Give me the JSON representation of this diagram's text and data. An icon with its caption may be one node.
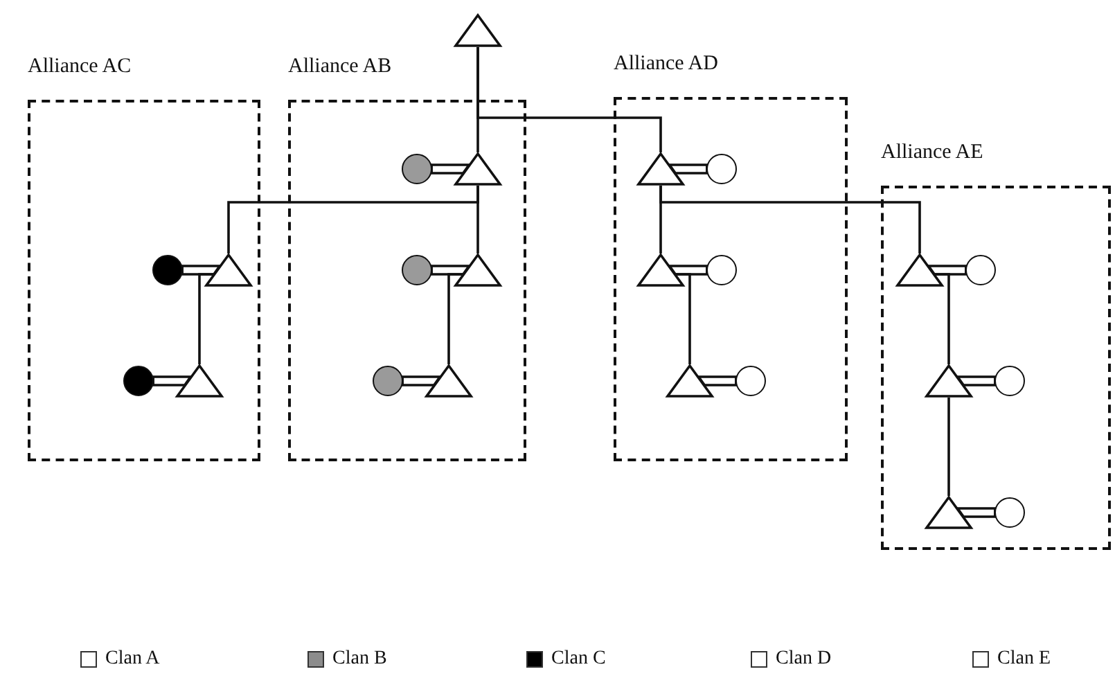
{
  "diagram": {
    "nodes": [
      {
        "text": [],
        "shape": "triangle"
      },
      {
        "text": [
          "Alliance AC"
        ]
      },
      {
        "text": [],
        "shape": "circle",
        "in": 1
      },
      {
        "text": [],
        "shape": "triangle",
        "in": 1
      },
      {
        "text": [],
        "shape": "circle",
        "in": 1
      },
      {
        "text": [],
        "shape": "triangle",
        "in": 1
      },
      {
        "text": [
          "Alliance AB"
        ]
      },
      {
        "text": [],
        "shape": "circle",
        "in": 6
      },
      {
        "text": [],
        "shape": "triangle",
        "in": 6
      },
      {
        "text": [],
        "shape": "circle",
        "in": 6
      },
      {
        "text": [],
        "shape": "triangle",
        "in": 6
      },
      {
        "text": [],
        "shape": "circle",
        "in": 6
      },
      {
        "text": [],
        "shape": "triangle",
        "in": 6
      },
      {
        "text": [
          "Alliance AD"
        ]
      },
      {
        "text": [],
        "shape": "triangle",
        "in": 13
      },
      {
        "text": [],
        "shape": "circle",
        "in": 13
      },
      {
        "text": [],
        "shape": "triangle",
        "in": 13
      },
      {
        "text": [],
        "shape": "circle",
        "in": 13
      },
      {
        "text": [],
        "shape": "triangle",
        "in": 13
      },
      {
        "text": [],
        "shape": "circle",
        "in": 13
      },
      {
        "text": [
          "Alliance AE"
        ]
      },
      {
        "text": [],
        "shape": "triangle",
        "in": 20
      },
      {
        "text": [],
        "shape": "circle",
        "in": 20
      },
      {
        "text": [],
        "shape": "triangle",
        "in": 20
      },
      {
        "text": [],
        "shape": "circle",
        "in": 20
      },
      {
        "text": [],
        "shape": "triangle",
        "in": 20
      },
      {
        "text": [],
        "shape": "circle",
        "in": 20
      }
    ],
    "edges": [
      {
        "from": 0,
        "to": 8,
        "arrow": "none"
      },
      {
        "from": 0,
        "to": 14,
        "arrow": "none"
      },
      {
        "from": 8,
        "to": 10,
        "arrow": "none"
      },
      {
        "from": 8,
        "to": 3,
        "arrow": "none"
      },
      {
        "from": 14,
        "to": 16,
        "arrow": "none"
      },
      {
        "from": 14,
        "to": 21,
        "arrow": "none"
      },
      {
        "from": 2,
        "to": 3,
        "arrow": "none"
      },
      {
        "from": 4,
        "to": 5,
        "arrow": "none"
      },
      {
        "from": 7,
        "to": 8,
        "arrow": "none"
      },
      {
        "from": 9,
        "to": 10,
        "arrow": "none"
      },
      {
        "from": 11,
        "to": 12,
        "arrow": "none"
      },
      {
        "from": 14,
        "to": 15,
        "arrow": "none"
      },
      {
        "from": 16,
        "to": 17,
        "arrow": "none"
      },
      {
        "from": 18,
        "to": 19,
        "arrow": "none"
      },
      {
        "from": 21,
        "to": 22,
        "arrow": "none"
      },
      {
        "from": 23,
        "to": 24,
        "arrow": "none"
      },
      {
        "from": 25,
        "to": 26,
        "arrow": "none"
      },
      {
        "from": 3,
        "to": 5,
        "arrow": "none"
      },
      {
        "from": 10,
        "to": 12,
        "arrow": "none"
      },
      {
        "from": 16,
        "to": 18,
        "arrow": "none"
      },
      {
        "from": 21,
        "to": 23,
        "arrow": "none"
      },
      {
        "from": 23,
        "to": 25,
        "arrow": "none"
      }
    ],
    "legend": [
      {
        "text": "Clan A",
        "color": "#ffffff"
      },
      {
        "text": "Clan B",
        "color": "#8c8c8c"
      },
      {
        "text": "Clan C",
        "color": "#000000"
      },
      {
        "text": "Clan D",
        "color": "#ffffff"
      },
      {
        "text": "Clan E",
        "color": "#ffffff"
      }
    ]
  }
}
